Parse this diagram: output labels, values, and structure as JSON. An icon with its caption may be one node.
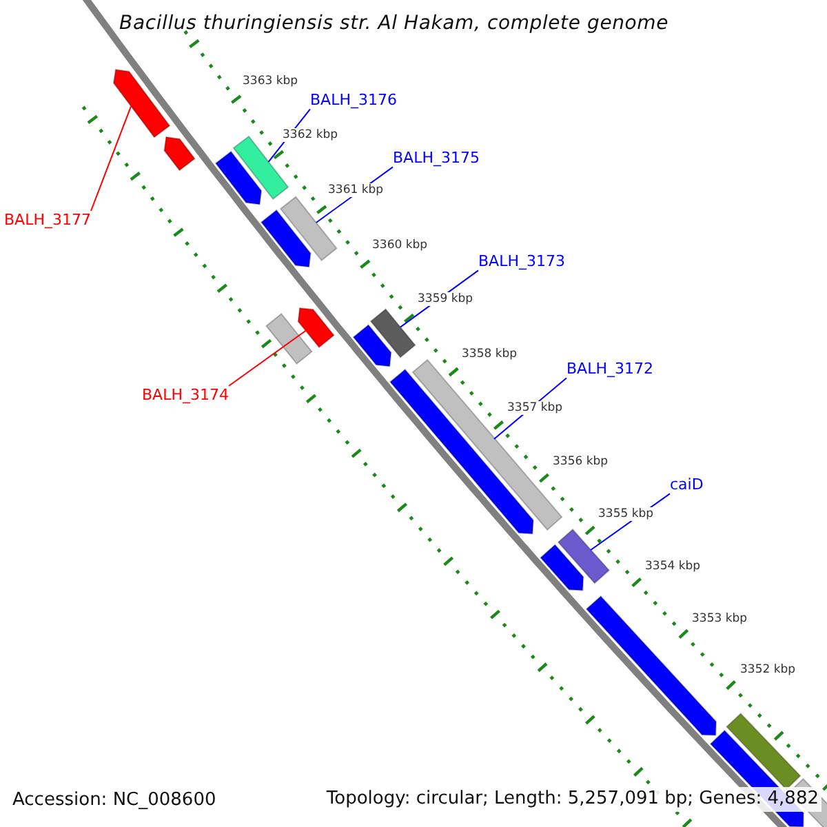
{
  "diagram": {
    "title": "Bacillus thuringiensis str. Al Hakam, complete genome",
    "nodes": [
      {
        "text": [
          "BALH_3176"
        ]
      },
      {
        "text": [
          "BALH_3175"
        ]
      },
      {
        "text": [
          "BALH_3177"
        ]
      },
      {
        "text": [
          "BALH_3173"
        ]
      },
      {
        "text": [
          "BALH_3172"
        ]
      },
      {
        "text": [
          "BALH_3174"
        ]
      },
      {
        "text": [
          "caiD"
        ]
      },
      {
        "text": [],
        "shape": "bar"
      },
      {
        "text": [],
        "shape": "bar"
      },
      {
        "text": [],
        "shape": "bar"
      },
      {
        "text": [],
        "shape": "bar"
      },
      {
        "text": [],
        "shape": "bar"
      },
      {
        "text": [],
        "shape": "bar"
      },
      {
        "text": [],
        "shape": "bar"
      },
      {
        "text": [],
        "shape": "bar"
      },
      {
        "text": [],
        "shape": "bar"
      },
      {
        "text": [],
        "shape": "bar"
      },
      {
        "text": [],
        "shape": "bar"
      },
      {
        "text": [],
        "shape": "bar"
      },
      {
        "text": [],
        "shape": "bar"
      },
      {
        "text": [],
        "shape": "bar"
      },
      {
        "text": [],
        "shape": "bar"
      },
      {
        "text": [],
        "shape": "bar"
      },
      {
        "text": [],
        "shape": "bar"
      },
      {
        "text": [],
        "shape": "bar"
      }
    ],
    "edges": [
      {
        "from": 0,
        "to": 7,
        "arrow": "none"
      },
      {
        "from": 1,
        "to": 8,
        "arrow": "none"
      },
      {
        "from": 2,
        "to": 9,
        "arrow": "none",
        "color": "#ff0000"
      },
      {
        "from": 3,
        "to": 10,
        "arrow": "none"
      },
      {
        "from": 4,
        "to": 11,
        "arrow": "none"
      },
      {
        "from": 5,
        "to": 12,
        "arrow": "none",
        "color": "#ff0000"
      },
      {
        "from": 6,
        "to": 13,
        "arrow": "none"
      }
    ],
    "labels": [
      "3363 kbp",
      "3362 kbp",
      "3361 kbp",
      "3360 kbp",
      "3359 kbp",
      "3358 kbp",
      "3357 kbp",
      "3356 kbp",
      "3355 kbp",
      "3354 kbp",
      "3353 kbp",
      "3352 kbp",
      "Accession: NC_008600",
      "Topology: circular; Length: 5,257,091 bp; Genes: 4,882"
    ]
  }
}
